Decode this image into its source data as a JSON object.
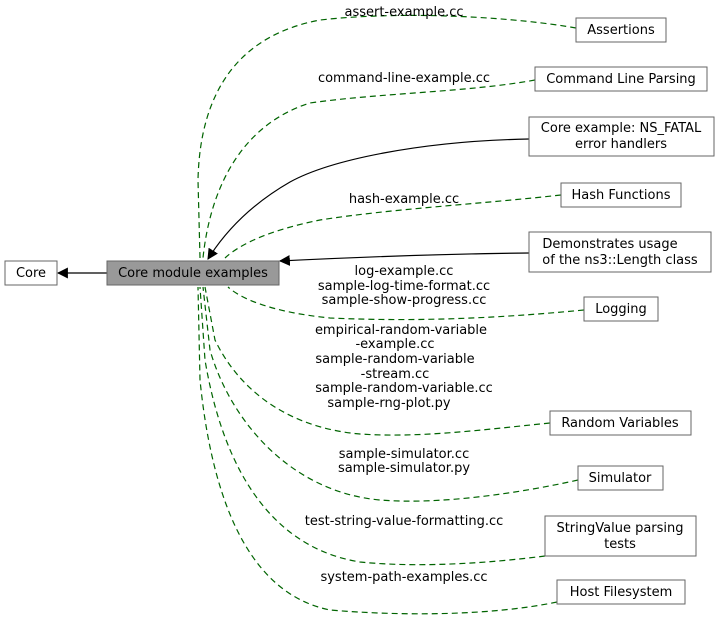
{
  "colors": {
    "edge_dashed": "#006400",
    "edge_solid": "#000000",
    "node_border": "#666666",
    "active_fill": "#999999"
  },
  "nodes": {
    "core": "Core",
    "core_examples": "Core module examples",
    "assertions": "Assertions",
    "command_line": "Command Line Parsing",
    "fatal_line1": "Core example: NS_FATAL",
    "fatal_line2": "error handlers",
    "hash": "Hash Functions",
    "length_line1": "Demonstrates usage",
    "length_line2": "of the ns3::Length class",
    "logging": "Logging",
    "random": "Random Variables",
    "simulator": "Simulator",
    "stringvalue_line1": "StringValue parsing",
    "stringvalue_line2": "tests",
    "filesystem": "Host Filesystem"
  },
  "edge_labels": {
    "assert": "assert-example.cc",
    "command_line": "command-line-example.cc",
    "hash": "hash-example.cc",
    "logging": [
      "log-example.cc",
      "sample-log-time-format.cc",
      "sample-show-progress.cc"
    ],
    "random": [
      "empirical-random-variable",
      "-example.cc",
      "sample-random-variable",
      "-stream.cc",
      "sample-random-variable.cc",
      "sample-rng-plot.py"
    ],
    "simulator": [
      "sample-simulator.cc",
      "sample-simulator.py"
    ],
    "stringvalue": "test-string-value-formatting.cc",
    "filesystem": "system-path-examples.cc"
  }
}
